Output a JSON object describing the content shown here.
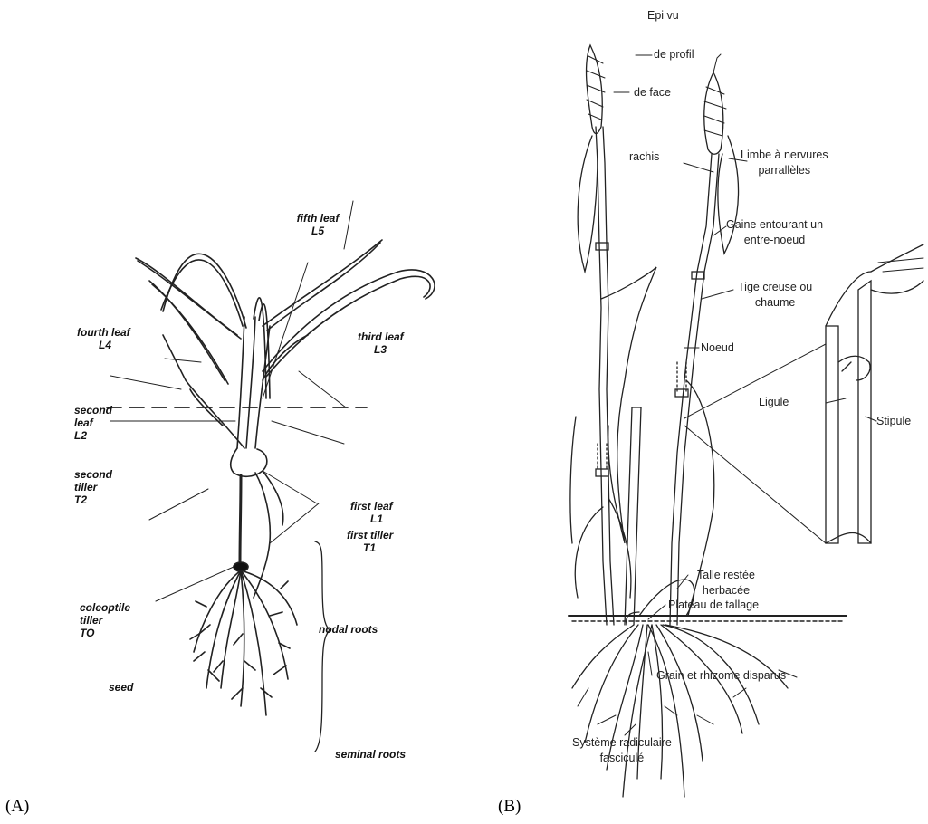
{
  "panel_a": {
    "letter": "(A)",
    "labels": {
      "fifth_leaf": "fifth leaf",
      "fifth_leaf_code": "L5",
      "fourth_leaf": "fourth leaf",
      "fourth_leaf_code": "L4",
      "third_leaf": "third leaf",
      "third_leaf_code": "L3",
      "second_leaf_1": "second",
      "second_leaf_2": "leaf",
      "second_leaf_code": "L2",
      "second_tiller_1": "second",
      "second_tiller_2": "tiller",
      "second_tiller_code": "T2",
      "first_leaf": "first leaf",
      "first_leaf_code": "L1",
      "first_tiller": "first tiller",
      "first_tiller_code": "T1",
      "coleoptile_1": "coleoptile",
      "coleoptile_2": "tiller",
      "coleoptile_code": "TO",
      "nodal_roots": "nodal roots",
      "seed": "seed",
      "seminal_roots": "seminal roots"
    }
  },
  "panel_b": {
    "letter": "(B)",
    "labels": {
      "epi_vu": "Epi vu",
      "de_profil": "de profil",
      "de_face": "de face",
      "rachis": "rachis",
      "limbe_1": "Limbe à nervures",
      "limbe_2": "parrallèles",
      "gaine_1": "Gaine entourant un",
      "gaine_2": "entre-noeud",
      "tige_1": "Tige creuse ou",
      "tige_2": "chaume",
      "noeud": "Noeud",
      "ligule": "Ligule",
      "stipule": "Stipule",
      "talle_1": "Talle restée",
      "talle_2": "herbacée",
      "plateau": "Plateau de tallage",
      "grain": "Grain et rhizome disparus",
      "systeme_1": "Système radiculaire",
      "systeme_2": "fasciculé"
    }
  }
}
